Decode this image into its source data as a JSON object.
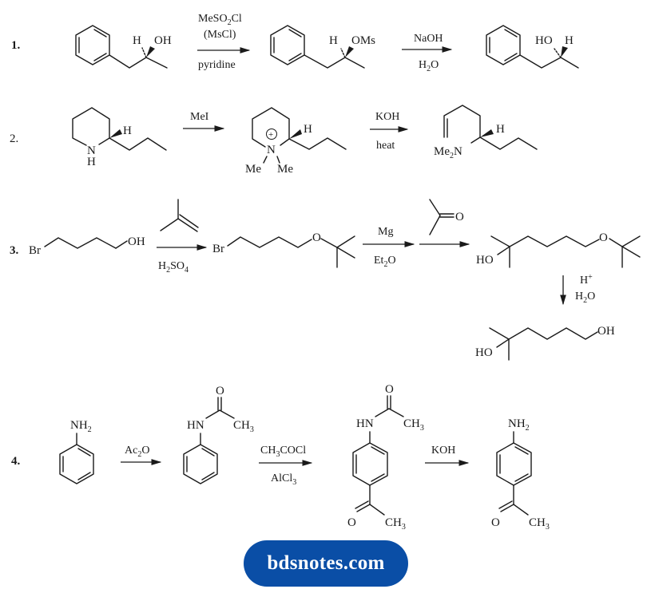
{
  "reactions": [
    {
      "number": "1.",
      "starting_material": {
        "name": "(S)-1-phenyl-2-propanol",
        "labels": [
          "H",
          "OH"
        ]
      },
      "step1": {
        "reagent_top": "MeSO2Cl",
        "reagent_top_2": "(MsCl)",
        "reagent_bottom": "pyridine"
      },
      "intermediate": {
        "labels": [
          "H",
          "OMs"
        ]
      },
      "step2": {
        "reagent_top": "NaOH",
        "reagent_bottom": "H2O"
      },
      "product": {
        "labels": [
          "HO",
          "H"
        ]
      }
    },
    {
      "number": "2.",
      "starting_material": {
        "name": "2-propylpiperidine (coniine)",
        "labels": [
          "H",
          "N",
          "H"
        ]
      },
      "step1": {
        "reagent_top": "MeI"
      },
      "intermediate": {
        "labels": [
          "H",
          "N",
          "+",
          "Me",
          "Me"
        ]
      },
      "step2": {
        "reagent_top": "KOH",
        "reagent_bottom": "heat"
      },
      "product": {
        "labels": [
          "H",
          "Me2N"
        ]
      }
    },
    {
      "number": "3.",
      "starting_material": {
        "labels": [
          "Br",
          "OH"
        ]
      },
      "step1": {
        "reagent_top": "isobutylene",
        "reagent_bottom": "H2SO4"
      },
      "intermediate": {
        "labels": [
          "Br",
          "O"
        ]
      },
      "step2": {
        "reagent_top": "Mg",
        "reagent_bottom": "Et2O"
      },
      "step3": {
        "reagent_top": "acetone",
        "labels": [
          "O"
        ]
      },
      "intermediate2": {
        "labels": [
          "HO",
          "O"
        ]
      },
      "step4": {
        "reagent_top": "H+",
        "reagent_bottom": "H2O"
      },
      "product": {
        "labels": [
          "HO",
          "OH"
        ]
      }
    },
    {
      "number": "4.",
      "starting_material": {
        "name": "aniline",
        "labels": [
          "NH2"
        ]
      },
      "step1": {
        "reagent_top": "Ac2O"
      },
      "intermediate": {
        "name": "acetanilide",
        "labels": [
          "HN",
          "O",
          "CH3"
        ]
      },
      "step2": {
        "reagent_top": "CH3COCl",
        "reagent_bottom": "AlCl3"
      },
      "intermediate2": {
        "labels": [
          "HN",
          "O",
          "CH3",
          "O",
          "CH3"
        ]
      },
      "step3": {
        "reagent_top": "KOH"
      },
      "product": {
        "name": "4-aminoacetophenone",
        "labels": [
          "NH2",
          "O",
          "CH3"
        ]
      }
    }
  ],
  "watermark": {
    "text": "bdsnotes.com",
    "color": "#0a4ea6"
  }
}
